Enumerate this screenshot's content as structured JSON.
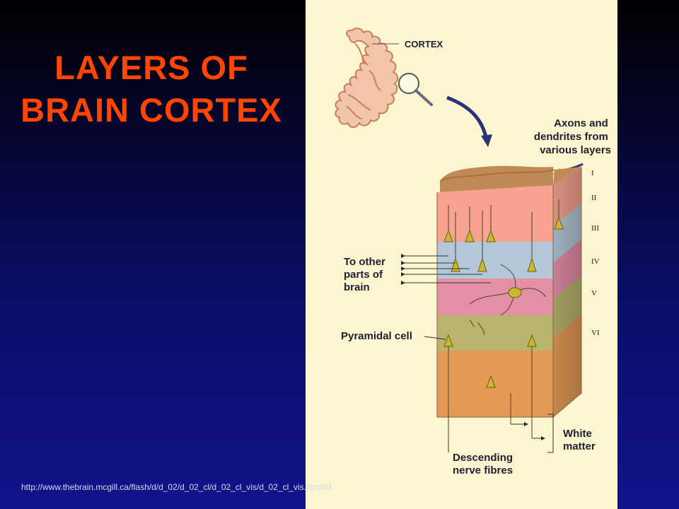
{
  "slide": {
    "title_line1": "LAYERS OF",
    "title_line2": "BRAIN CORTEX",
    "source_url": "http://www.thebrain.mcgill.ca/flash/d/d_02/d_02_cl/d_02_cl_vis/d_02_cl_vis.html#3"
  },
  "diagram": {
    "cortex_label": "CORTEX",
    "axons_label": [
      "Axons and",
      "dendrites from",
      "various layers"
    ],
    "to_other_label": [
      "To other",
      "parts of",
      "brain"
    ],
    "pyramidal_label": "Pyramidal cell",
    "white_label": [
      "White",
      "matter"
    ],
    "descending_label": [
      "Descending",
      "nerve fibres"
    ],
    "layers": [
      "I",
      "II",
      "III",
      "IV",
      "V",
      "VI"
    ]
  },
  "colors": {
    "title": "#ff4500",
    "panel": "#fbf6cf",
    "layer_top": "#c08a57",
    "layer_1": "#f7a390",
    "layer_2": "#b3c7d8",
    "layer_3": "#e48fa6",
    "layer_4": "#b8b36d",
    "layer_5": "#e39a56",
    "neuron": "#c9b830"
  }
}
